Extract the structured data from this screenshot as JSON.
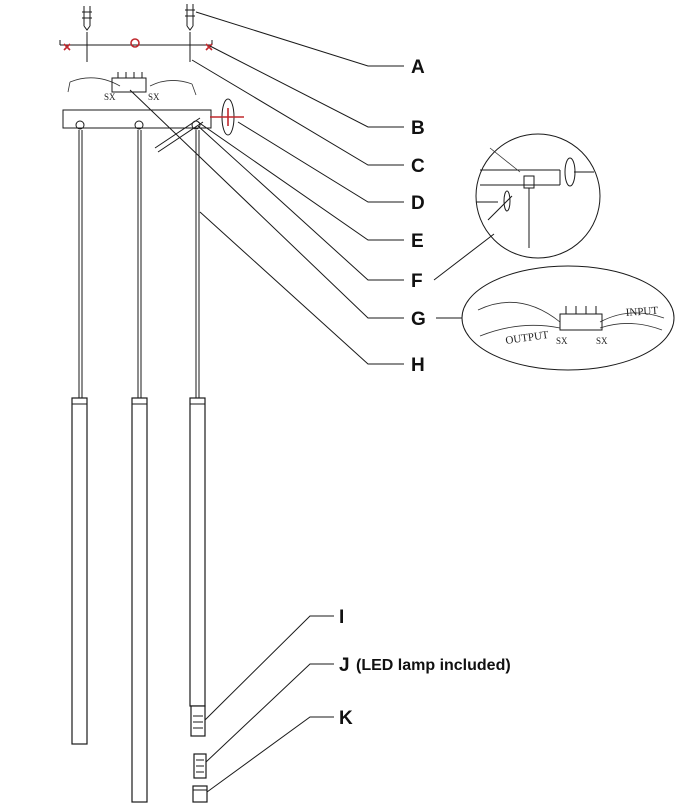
{
  "callouts": [
    {
      "id": "A",
      "label": "A"
    },
    {
      "id": "B",
      "label": "B"
    },
    {
      "id": "C",
      "label": "C"
    },
    {
      "id": "D",
      "label": "D"
    },
    {
      "id": "E",
      "label": "E"
    },
    {
      "id": "F",
      "label": "F"
    },
    {
      "id": "G",
      "label": "G"
    },
    {
      "id": "H",
      "label": "H"
    },
    {
      "id": "I",
      "label": "I"
    },
    {
      "id": "J",
      "label": "J"
    },
    {
      "id": "K",
      "label": "K"
    }
  ],
  "notes": {
    "j_note": "(LED lamp included)"
  },
  "inset_wiring": {
    "output_label": "OUTPUT",
    "input_label": "INPUT",
    "wire_mark_left": "SX",
    "wire_mark_right": "SX"
  },
  "colors": {
    "line": "#1a1a1a",
    "accent_red": "#c0282d",
    "background": "#ffffff"
  }
}
